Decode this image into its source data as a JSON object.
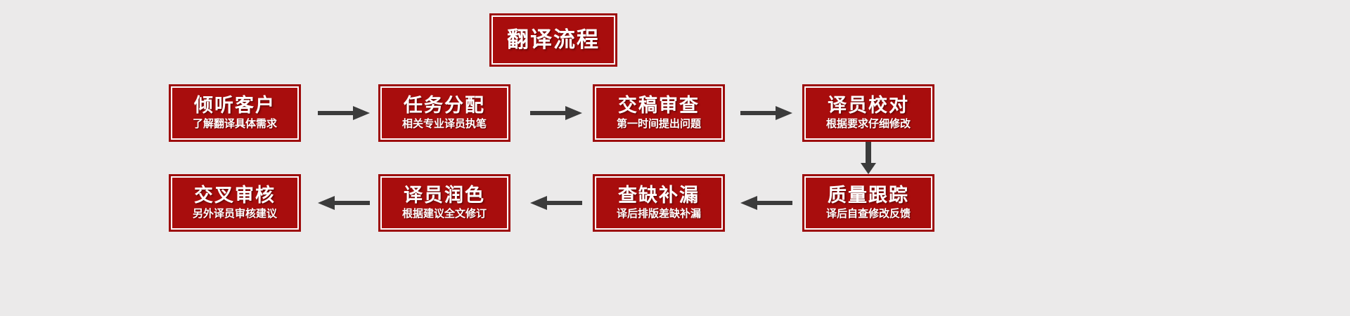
{
  "diagram": {
    "background_color": "#ebeaea",
    "box_fill_color": "#a80d0d",
    "box_border_color": "#9d0a0a",
    "box_inner_border_color": "#ffffff",
    "text_color": "#ffffff",
    "arrow_color": "#3b3b3b",
    "header": {
      "title": "翻译流程"
    },
    "steps": [
      {
        "title": "倾听客户",
        "sub": "了解翻译具体需求"
      },
      {
        "title": "任务分配",
        "sub": "相关专业译员执笔"
      },
      {
        "title": "交稿审查",
        "sub": "第一时间提出问题"
      },
      {
        "title": "译员校对",
        "sub": "根据要求仔细修改"
      },
      {
        "title": "质量跟踪",
        "sub": "译后自查修改反馈"
      },
      {
        "title": "查缺补漏",
        "sub": "译后排版差缺补漏"
      },
      {
        "title": "译员润色",
        "sub": "根据建议全文修订"
      },
      {
        "title": "交叉审核",
        "sub": "另外译员审核建议"
      }
    ],
    "connectors": [
      {
        "name": "arrow-step1-to-step2",
        "direction": "right"
      },
      {
        "name": "arrow-step2-to-step3",
        "direction": "right"
      },
      {
        "name": "arrow-step3-to-step4",
        "direction": "right"
      },
      {
        "name": "arrow-step4-to-step5",
        "direction": "down"
      },
      {
        "name": "arrow-step5-to-step6",
        "direction": "left"
      },
      {
        "name": "arrow-step6-to-step7",
        "direction": "left"
      },
      {
        "name": "arrow-step7-to-step8",
        "direction": "left"
      }
    ]
  }
}
